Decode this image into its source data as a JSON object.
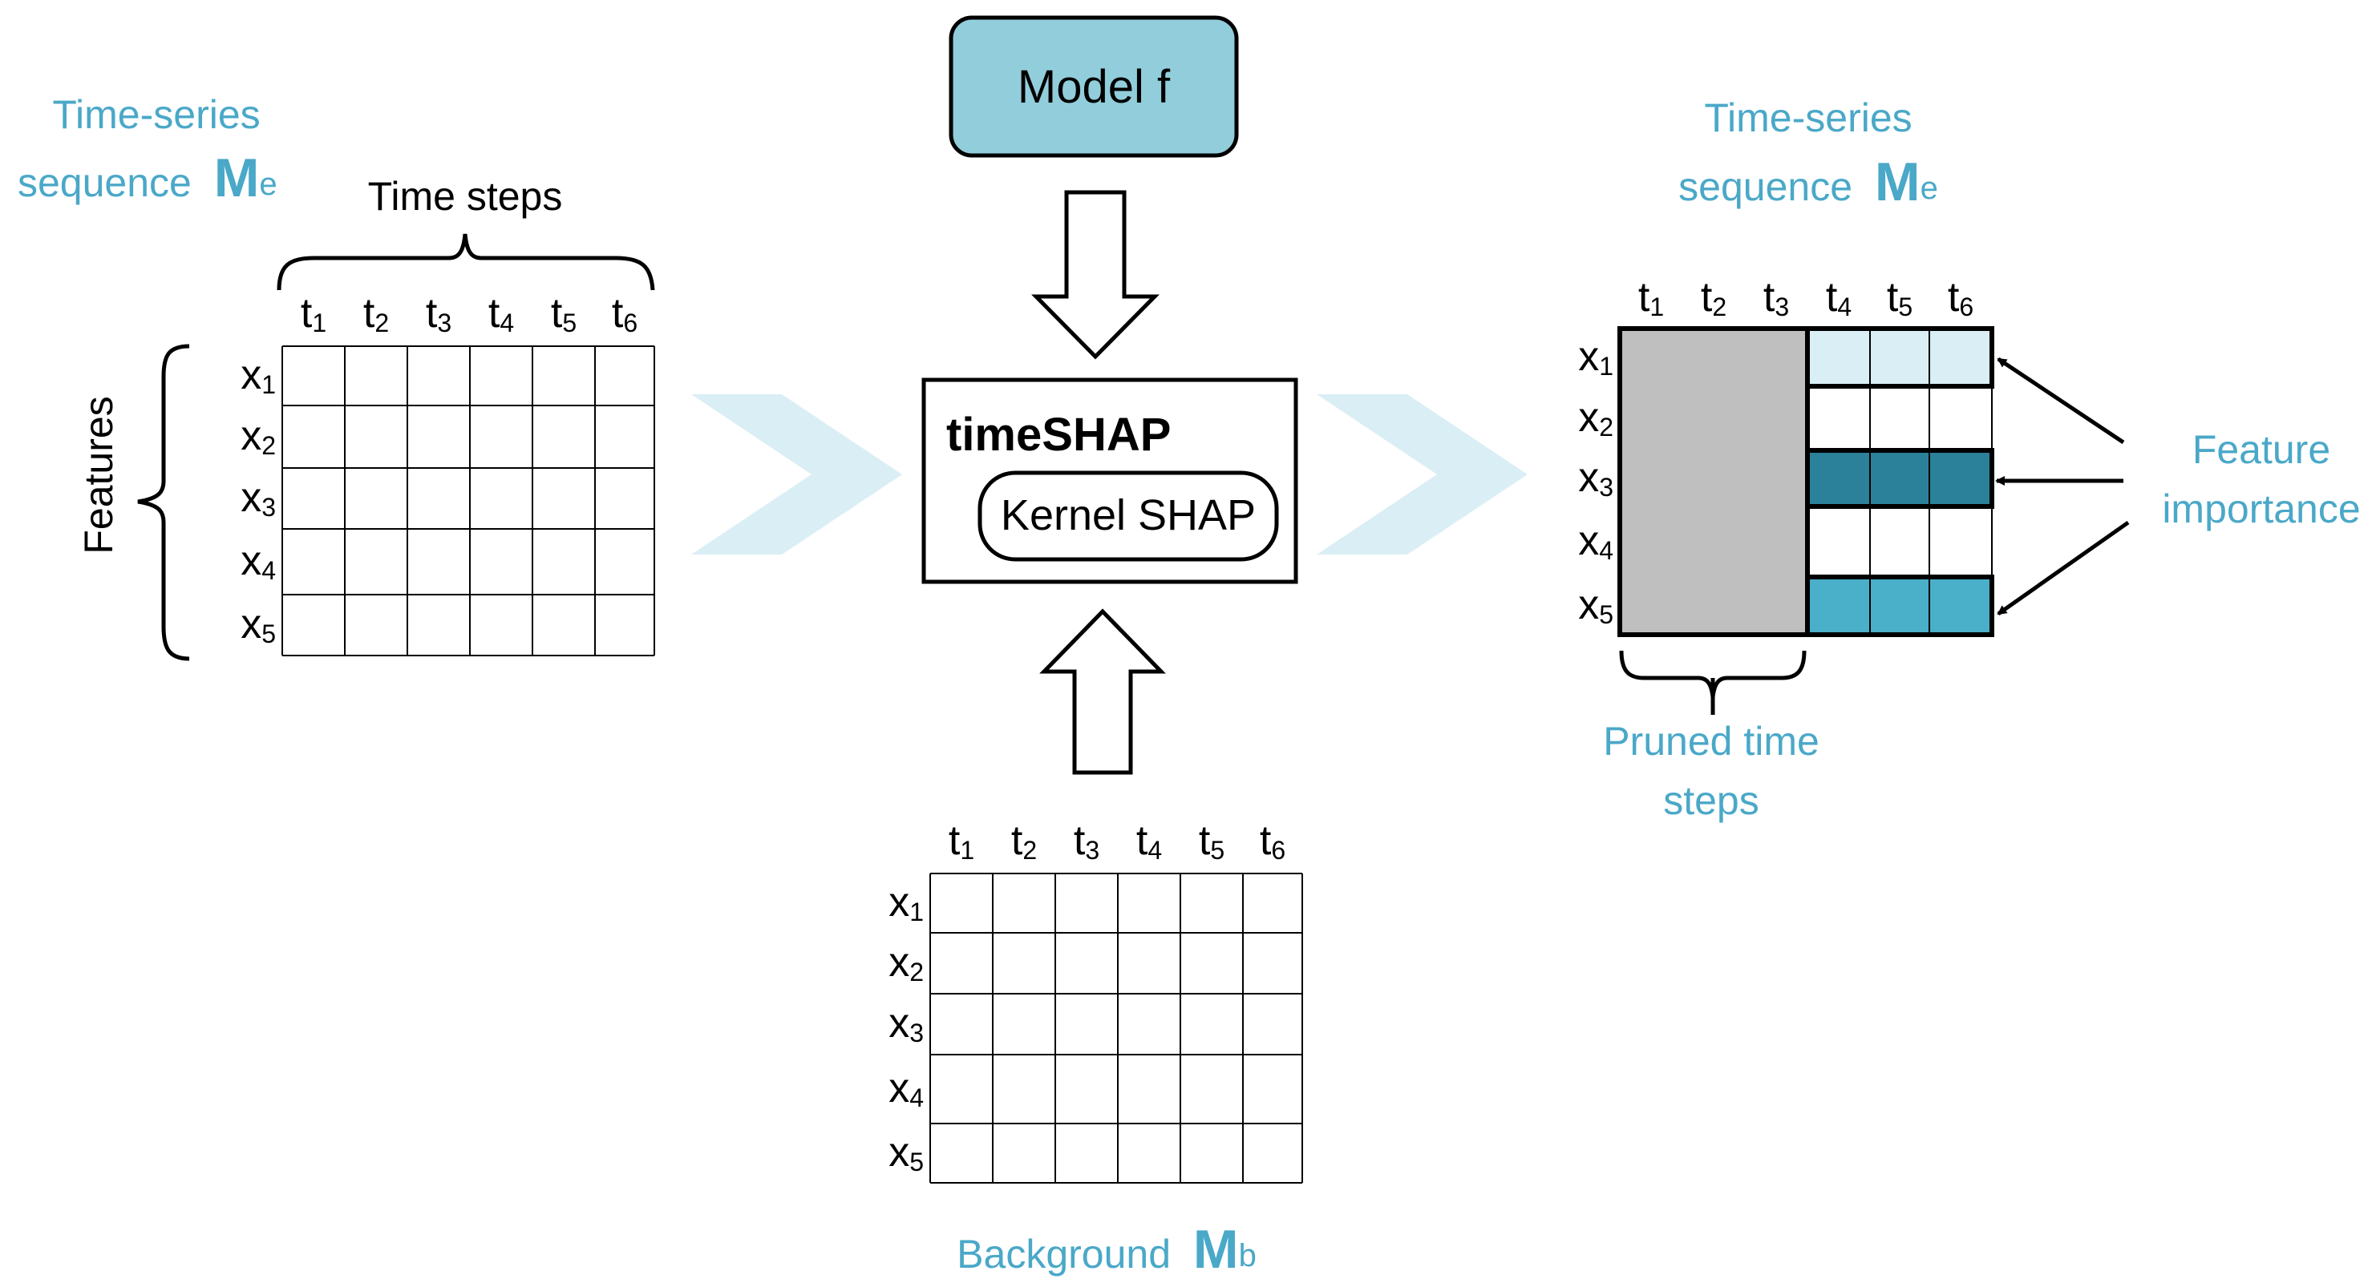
{
  "left_panel": {
    "title_line1": "Time-series",
    "title_line2_word": "sequence",
    "title_symbol": "M",
    "title_subscript": "e",
    "time_steps_label": "Time steps",
    "features_label": "Features"
  },
  "model": {
    "label": "Model f"
  },
  "timeshap": {
    "title": "timeSHAP",
    "inner_label": "Kernel SHAP"
  },
  "background": {
    "word": "Background",
    "symbol": "M",
    "subscript": "b"
  },
  "right_panel": {
    "title_line1": "Time-series",
    "title_line2_word": "sequence",
    "title_symbol": "M",
    "title_subscript": "e",
    "pruned_line1": "Pruned time",
    "pruned_line2": "steps",
    "importance_line1": "Feature",
    "importance_line2": "importance"
  },
  "matrix": {
    "time_base": "t",
    "time_subs": [
      "1",
      "2",
      "3",
      "4",
      "5",
      "6"
    ],
    "feature_base": "x",
    "feature_subs": [
      "1",
      "2",
      "3",
      "4",
      "5"
    ]
  },
  "colors": {
    "accent_text": "#4aa8c8",
    "model_fill": "#92cddb",
    "chevron": "#daeef5",
    "pruned_fill": "#bfbfbf",
    "importance_low": "#daeef5",
    "importance_high": "#2b8199",
    "importance_mid": "#4aafc9"
  }
}
